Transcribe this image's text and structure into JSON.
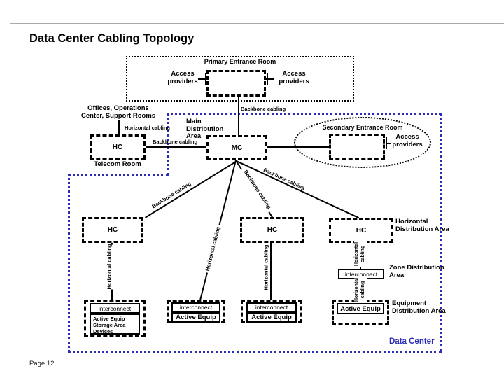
{
  "page": {
    "title": "Data Center Cabling Topology",
    "page_number": "Page 12"
  },
  "colors": {
    "boundary_blue": "#2b2bb5",
    "diagram_black": "#000000"
  },
  "diagram": {
    "primary_entrance_room": "Primary Entrance Room",
    "secondary_entrance_room": "Secondary Entrance Room",
    "access_providers": "Access providers",
    "offices": "Offices, Operations Center, Support Rooms",
    "telecom_room": "Telecom Room",
    "main_distribution_area": "Main Distribution Area",
    "horizontal_distribution_area": "Horizontal Distribution Area",
    "zone_distribution_area": "Zone Distribution Area",
    "equipment_distribution_area": "Equipment Distribution Area",
    "data_center": "Data Center",
    "hc": "HC",
    "mc": "MC",
    "interconnect": "interconnect",
    "active_equip": "Active Equip",
    "active_equip_storage": "Active Equip\nStorage Area\nDevices",
    "backbone_cabling": "Backbone cabling",
    "horizontal_cabling": "Horizontal cabling"
  }
}
